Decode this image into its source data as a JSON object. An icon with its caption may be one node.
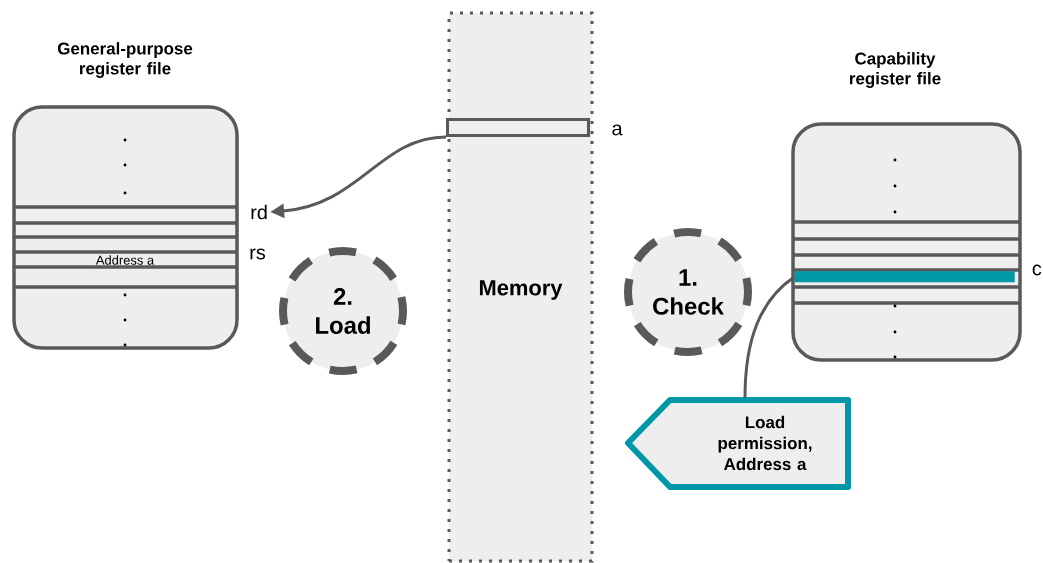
{
  "diagram": {
    "nodes": [
      {
        "text": [
          "General-purpose register file",
          "Address a"
        ]
      },
      {
        "text": [
          "Memory"
        ]
      },
      {
        "text": [],
        "shape": "box",
        "in": 1,
        "beside": [
          "a"
        ]
      },
      {
        "text": [
          "rd"
        ]
      },
      {
        "text": [
          "2. Load"
        ]
      },
      {
        "text": [
          "1. Check"
        ]
      },
      {
        "text": [
          "Capability register file"
        ]
      },
      {
        "text": [],
        "shape": "bar",
        "in": 6
      },
      {
        "text": [
          "Load permission, Address a"
        ]
      }
    ],
    "edges": [
      {
        "from": 2,
        "to": 3,
        "arrow": "to"
      },
      {
        "from": 7,
        "to": 8,
        "arrow": "none"
      }
    ],
    "labels": [
      "rs",
      "c"
    ]
  }
}
